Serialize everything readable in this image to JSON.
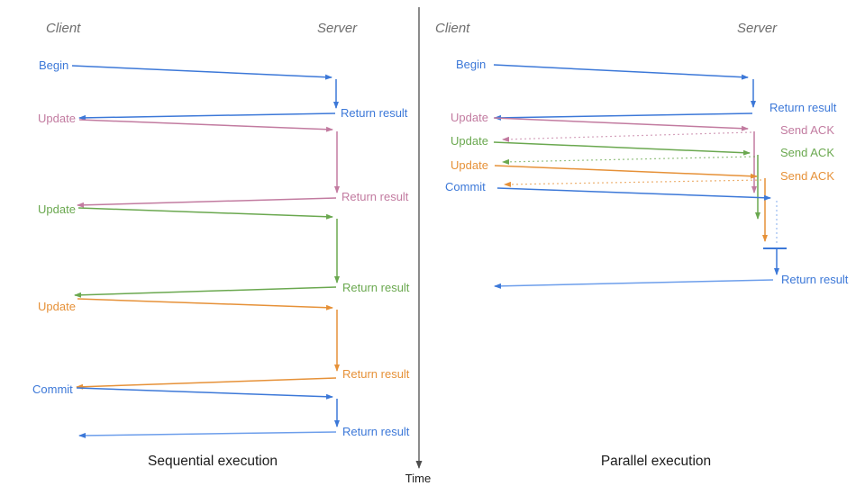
{
  "diagram": {
    "colors": {
      "blue": "#3c78d8",
      "blue_light": "#6d9eeb",
      "pink": "#c27ba0",
      "green": "#6aa84f",
      "orange": "#e69138",
      "header": "#6e6e6e",
      "caption": "#1c1c1c",
      "axis": "#4d4d4d"
    },
    "axis": {
      "label": "Time"
    },
    "panels": [
      {
        "caption": "Sequential execution",
        "client": "Client",
        "server": "Server",
        "rows": [
          {
            "request": "Begin",
            "response": "Return result",
            "color": "blue"
          },
          {
            "request": "Update",
            "response": "Return result",
            "color": "pink"
          },
          {
            "request": "Update",
            "response": "Return result",
            "color": "green"
          },
          {
            "request": "Update",
            "response": "Return result",
            "color": "orange"
          },
          {
            "request": "Commit",
            "response": "Return result",
            "color": "blue"
          }
        ]
      },
      {
        "caption": "Parallel execution",
        "client": "Client",
        "server": "Server",
        "rows": [
          {
            "request": "Begin",
            "response": "Return result",
            "color": "blue"
          },
          {
            "request": "Update",
            "response": "Send ACK",
            "color": "pink"
          },
          {
            "request": "Update",
            "response": "Send ACK",
            "color": "green"
          },
          {
            "request": "Update",
            "response": "Send ACK",
            "color": "orange"
          },
          {
            "request": "Commit",
            "response": "Return result",
            "color": "blue"
          }
        ]
      }
    ]
  }
}
